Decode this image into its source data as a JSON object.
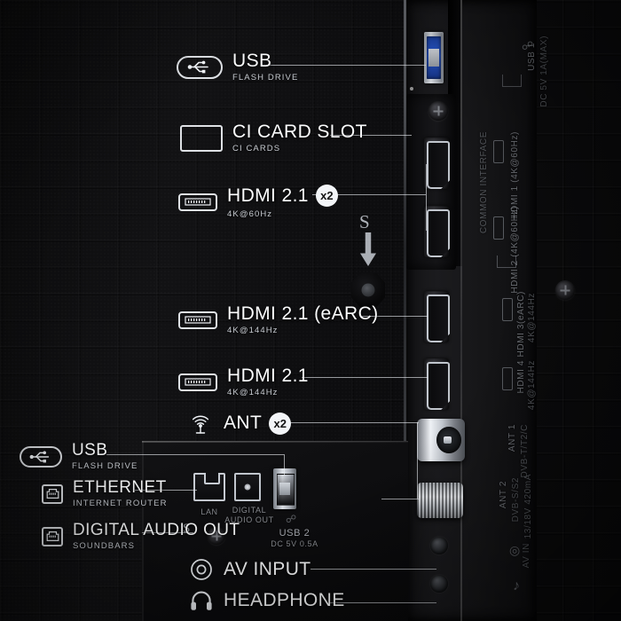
{
  "image": {
    "subject": "TV rear connection panel",
    "background_color": "#0a0a0b"
  },
  "callouts": [
    {
      "id": "usb-top",
      "icon": "usb-icon",
      "title": "USB",
      "subtitle": "FLASH DRIVE",
      "badge": ""
    },
    {
      "id": "ci-card",
      "icon": "ci-card-icon",
      "title": "CI CARD SLOT",
      "subtitle": "CI CARDS",
      "badge": ""
    },
    {
      "id": "hdmi-60",
      "icon": "hdmi-icon",
      "title": "HDMI 2.1",
      "subtitle": "4K@60Hz",
      "badge": "x2"
    },
    {
      "id": "hdmi-earc",
      "icon": "hdmi-icon",
      "title": "HDMI 2.1 (eARC)",
      "subtitle": "4K@144Hz",
      "badge": ""
    },
    {
      "id": "hdmi-144",
      "icon": "hdmi-icon",
      "title": "HDMI 2.1",
      "subtitle": "4K@144Hz",
      "badge": ""
    },
    {
      "id": "ant",
      "icon": "antenna-icon",
      "title": "ANT",
      "subtitle": "",
      "badge": "x2"
    },
    {
      "id": "usb-bottom",
      "icon": "usb-icon",
      "title": "USB",
      "subtitle": "FLASH DRIVE",
      "badge": ""
    },
    {
      "id": "ethernet",
      "icon": "ethernet-icon",
      "title": "ETHERNET",
      "subtitle": "INTERNET ROUTER",
      "badge": ""
    },
    {
      "id": "digital-audio",
      "icon": "ethernet-icon",
      "title": "DIGITAL AUDIO OUT",
      "subtitle": "SOUNDBARS",
      "badge": ""
    },
    {
      "id": "av-input",
      "icon": "rca-icon",
      "title": "AV INPUT",
      "subtitle": "",
      "badge": ""
    },
    {
      "id": "headphone",
      "icon": "headphone-icon",
      "title": "HEADPHONE",
      "subtitle": "",
      "badge": ""
    }
  ],
  "panel_markings": {
    "usb1_name": "USB 1",
    "usb1_spec": "DC 5V  1A(MAX)",
    "common_interface": "COMMON INTERFACE",
    "hdmi1": "HDMI 1 (4K@60Hz)",
    "hdmi2": "HDMI 2 (4K@60Hz)",
    "hdmi3_name": "HDMI 3(eARC)",
    "hdmi3_spec": "4K@144Hz",
    "hdmi4_name": "HDMI 4",
    "hdmi4_spec": "4K@144Hz",
    "ant1_name": "ANT 1",
    "ant1_spec": "DVB-T/T2/C",
    "ant2_name": "ANT 2",
    "ant2_spec": "DVB-S/S2",
    "ant2_power": "13/18V  420mA",
    "av_in": "AV IN",
    "lan": "LAN",
    "digital_audio_out_line1": "DIGITAL",
    "digital_audio_out_line2": "AUDIO OUT",
    "usb2_name": "USB 2",
    "usb2_spec": "DC 5V  0.5A",
    "service_mark": "S"
  }
}
